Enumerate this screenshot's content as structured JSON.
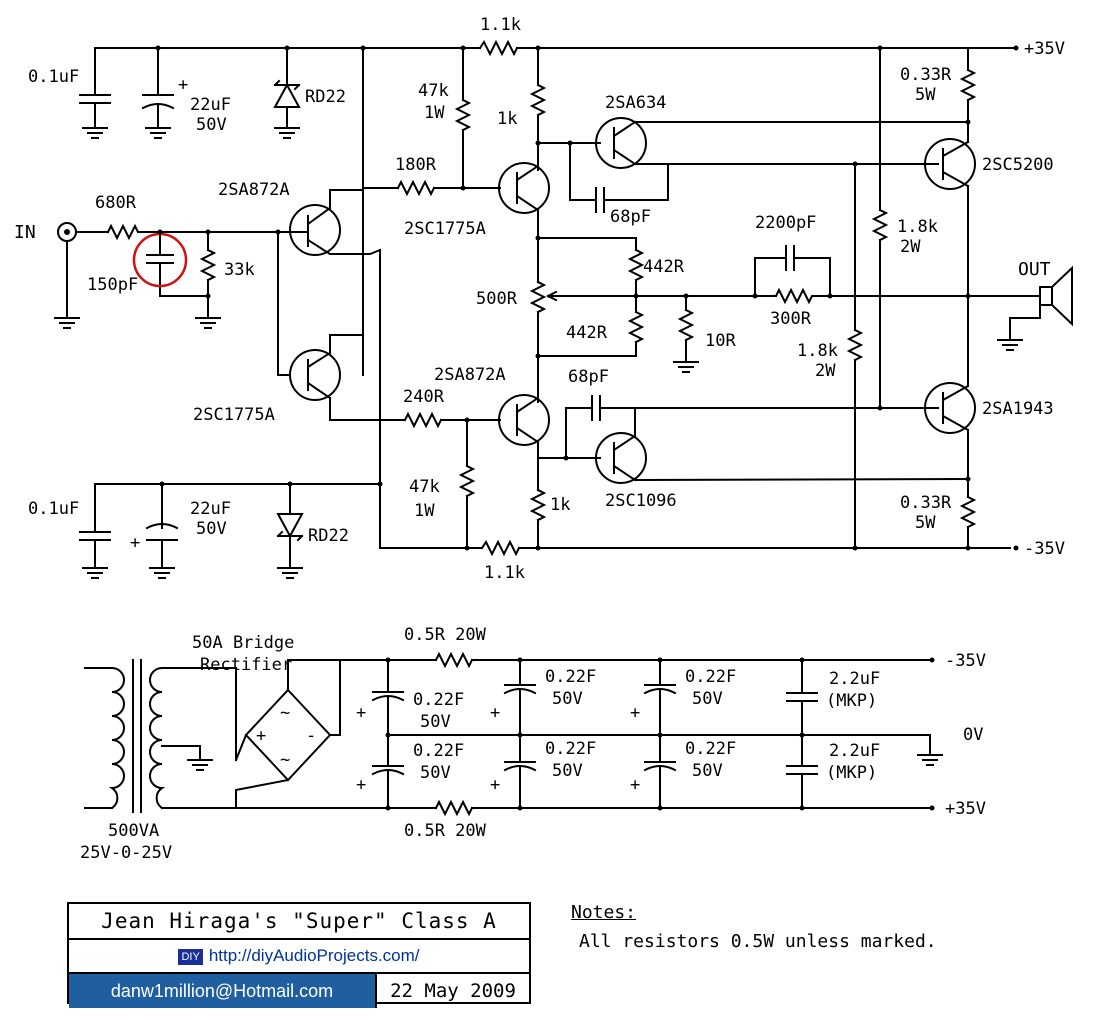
{
  "rails": {
    "pos": "+35V",
    "neg": "-35V",
    "zero": "0V"
  },
  "io": {
    "in": "IN",
    "out": "OUT"
  },
  "top": {
    "cap1": "0.1uF",
    "cap2": "22uF",
    "cap2v": "50V",
    "zener": "RD22",
    "plus": "+"
  },
  "bottom": {
    "cap1": "0.1uF",
    "cap2": "22uF",
    "cap2v": "50V",
    "zener": "RD22",
    "plus": "+"
  },
  "input": {
    "r": "680R",
    "c": "150pF",
    "rb": "33k"
  },
  "transistors": {
    "q1": "2SA872A",
    "q2": "2SC1775A",
    "q3": "2SC1775A",
    "q4": "2SA872A",
    "q5": "2SA634",
    "q6": "2SC1096",
    "q7": "2SC5200",
    "q8": "2SA1943"
  },
  "resistors": {
    "r_top": "1.1k",
    "r_bot": "1.1k",
    "r47k_a": "47k",
    "r47k_a_w": "1W",
    "r47k_b": "47k",
    "r47k_b_w": "1W",
    "r1k_a": "1k",
    "r1k_b": "1k",
    "r180": "180R",
    "r240": "240R",
    "r442_a": "442R",
    "r442_b": "442R",
    "pot": "500R",
    "r10": "10R",
    "r300": "300R",
    "r18_a": "1.8k",
    "r18_a_w": "2W",
    "r18_b": "1.8k",
    "r18_b_w": "2W",
    "r033_a": "0.33R",
    "r033_a_w": "5W",
    "r033_b": "0.33R",
    "r033_b_w": "5W"
  },
  "caps": {
    "c68_a": "68pF",
    "c68_b": "68pF",
    "c2200": "2200pF"
  },
  "psu": {
    "bridge1": "50A Bridge",
    "bridge2": "Rectifier",
    "r_top": "0.5R 20W",
    "r_bot": "0.5R 20W",
    "c": "0.22F",
    "cv": "50V",
    "mkp": "2.2uF",
    "mkp2": "(MKP)",
    "xfmr1": "500VA",
    "xfmr2": "25V-0-25V"
  },
  "titleblock": {
    "title": "Jean Hiraga's \"Super\" Class A",
    "diy": "DIY",
    "url": "http://diyAudioProjects.com/",
    "email": "danw1million@Hotmail.com",
    "date": "22 May 2009"
  },
  "notes": {
    "heading": "Notes:",
    "body": "All resistors 0.5W unless marked."
  }
}
